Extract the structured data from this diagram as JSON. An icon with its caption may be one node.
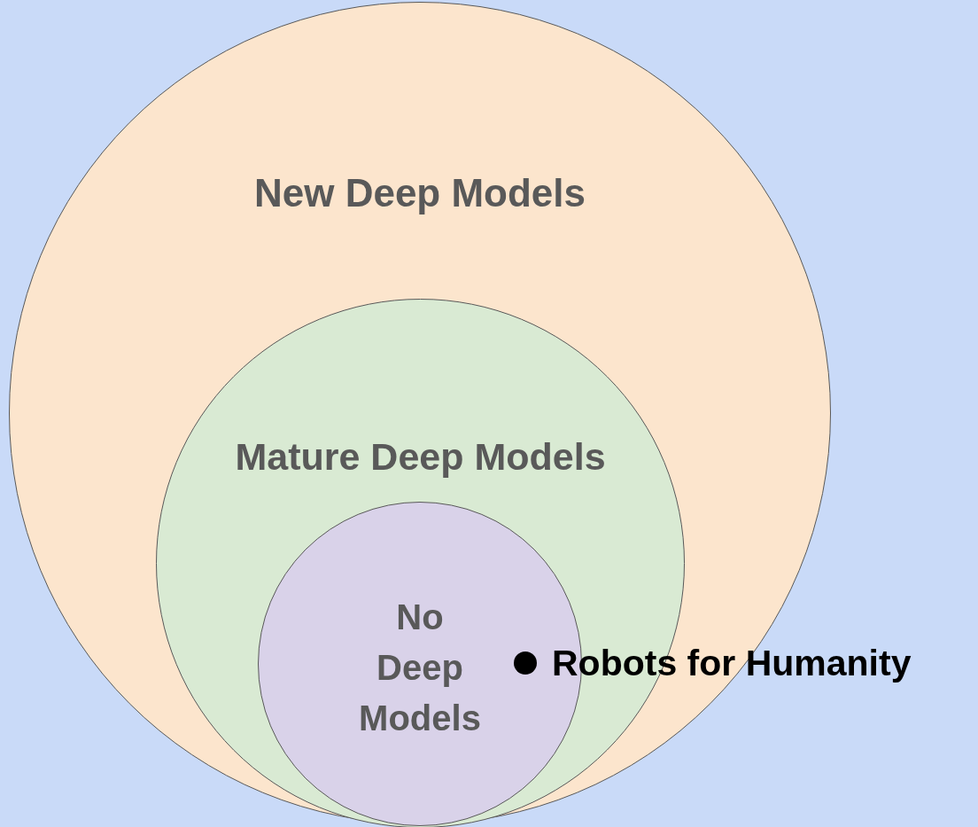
{
  "diagram": {
    "nodes": [
      {
        "text": [
          "New Deep Models"
        ]
      },
      {
        "text": [
          "Mature Deep Models"
        ],
        "in": 0
      },
      {
        "text": [
          "No Deep Models"
        ],
        "in": 1
      }
    ],
    "labels": [
      "Robots for Humanity"
    ]
  }
}
